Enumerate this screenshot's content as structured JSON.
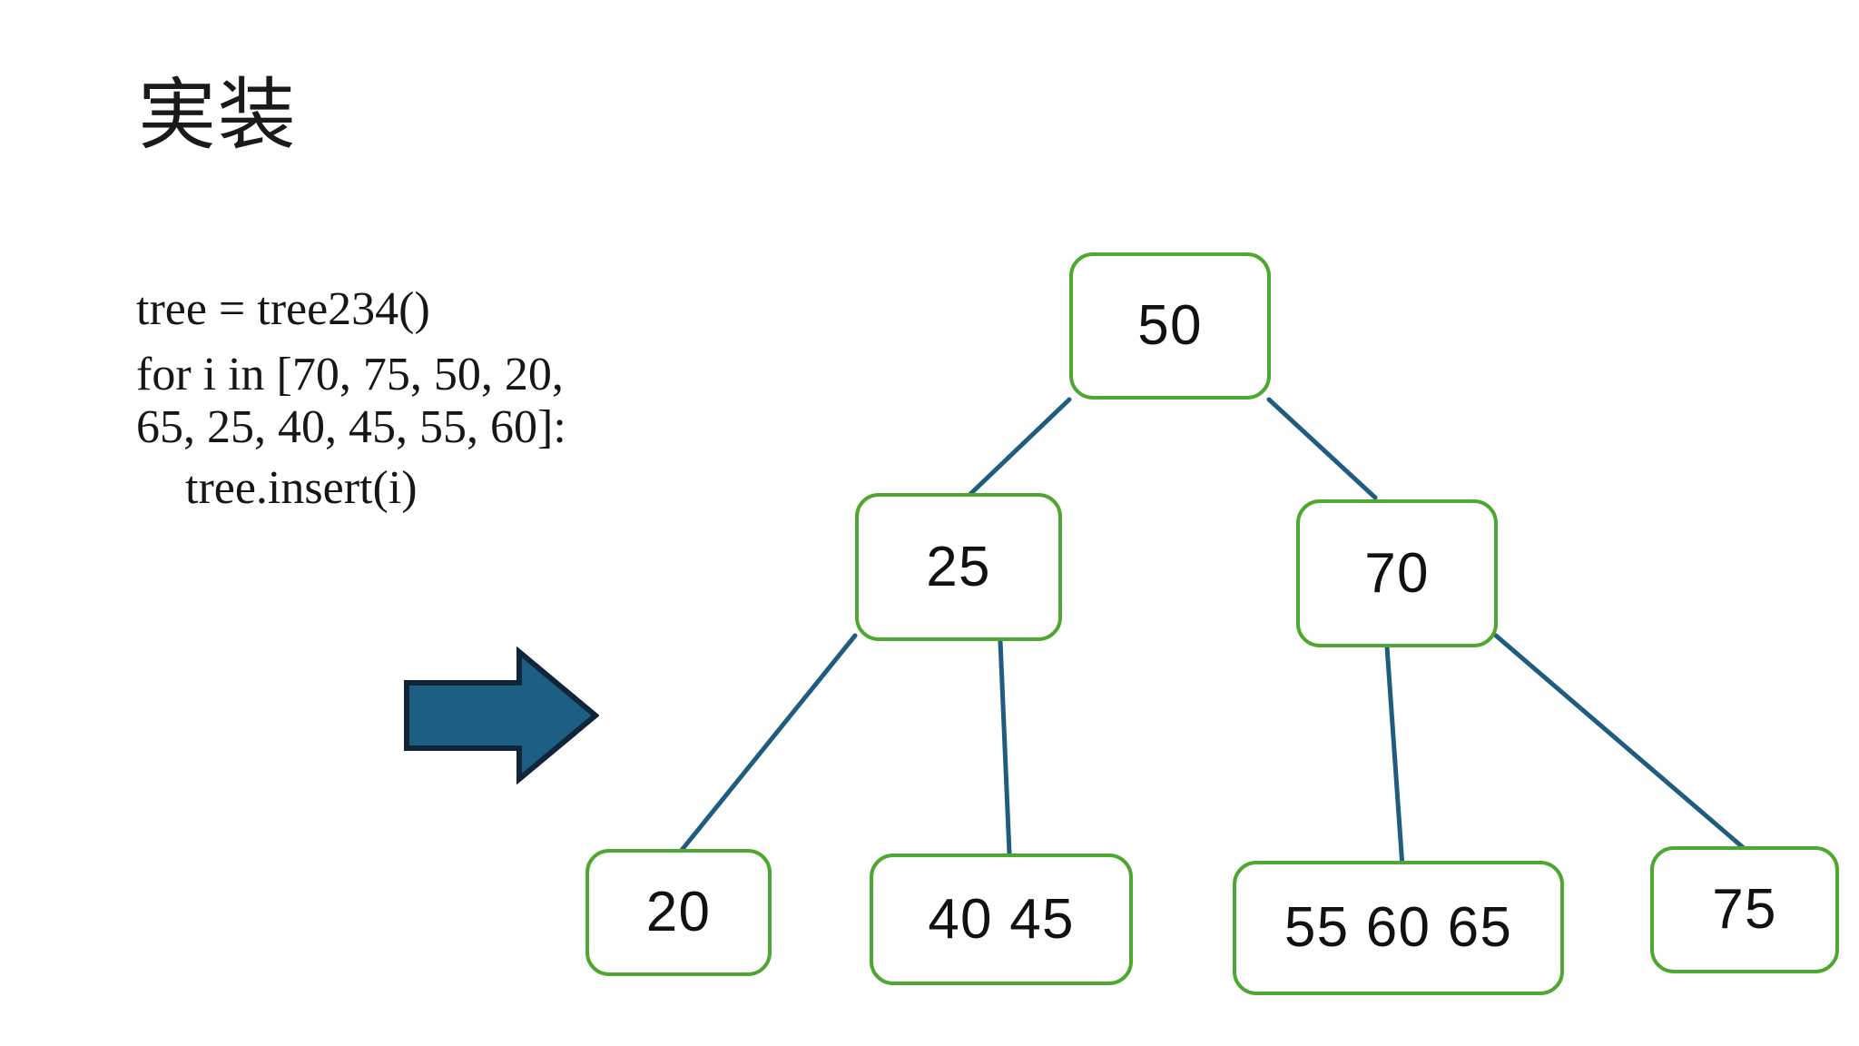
{
  "slide": {
    "title": "実装",
    "background_color": "#ffffff"
  },
  "code": {
    "lines": [
      "tree = tree234()",
      "for i in [70, 75, 50, 20,",
      "65, 25, 40, 45, 55, 60]:",
      "tree.insert(i)"
    ],
    "line1": "tree = tree234()",
    "line2": "for i in [70, 75, 50, 20,",
    "line3": "65, 25, 40, 45, 55, 60]:",
    "line4": "tree.insert(i)",
    "text_color": "#161616"
  },
  "colors": {
    "node_border": "#4EA72E",
    "node_fill": "#ffffff",
    "node_text": "#111111",
    "edge": "#1F5C80",
    "arrow_fill": "#1C5F82",
    "arrow_outline": "#10253A",
    "title_text": "#1a1a1a"
  },
  "arrow": {
    "name": "right-pointing-block-arrow",
    "direction": "right"
  },
  "tree": {
    "type": "2-3-4 tree",
    "nodes": [
      {
        "id": "root",
        "label": "50",
        "level": 0,
        "keys": [
          50
        ]
      },
      {
        "id": "n25",
        "label": "25",
        "level": 1,
        "keys": [
          25
        ]
      },
      {
        "id": "n70",
        "label": "70",
        "level": 1,
        "keys": [
          70
        ]
      },
      {
        "id": "n20",
        "label": "20",
        "level": 2,
        "keys": [
          20
        ]
      },
      {
        "id": "n4045",
        "label": "40 45",
        "level": 2,
        "keys": [
          40,
          45
        ]
      },
      {
        "id": "n556065",
        "label": "55 60 65",
        "level": 2,
        "keys": [
          55,
          60,
          65
        ]
      },
      {
        "id": "n75",
        "label": "75",
        "level": 2,
        "keys": [
          75
        ]
      }
    ],
    "edges": [
      {
        "from": "root",
        "to": "n25"
      },
      {
        "from": "root",
        "to": "n70"
      },
      {
        "from": "n25",
        "to": "n20"
      },
      {
        "from": "n25",
        "to": "n4045"
      },
      {
        "from": "n70",
        "to": "n556065"
      },
      {
        "from": "n70",
        "to": "n75"
      }
    ],
    "labels": {
      "root": "50",
      "n25": "25",
      "n70": "70",
      "n20": "20",
      "n4045": "40 45",
      "n556065": "55 60 65",
      "n75": "75"
    }
  }
}
